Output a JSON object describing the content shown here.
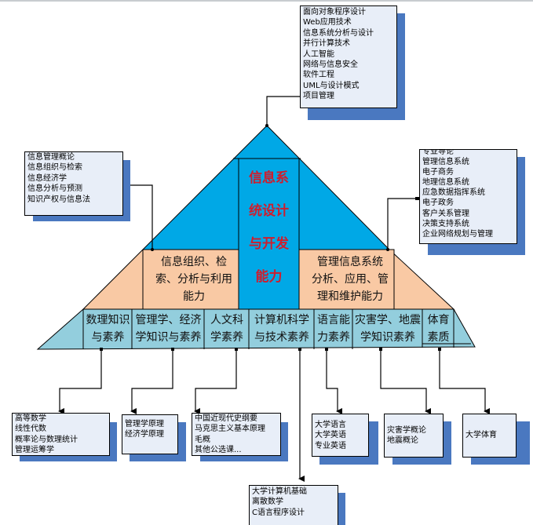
{
  "title": "信息系统设计与开发能力",
  "colors": {
    "apex": "#00a8e6",
    "middle": "#f9c9a4",
    "base": "#93cedd",
    "core_text": "#d01c2c",
    "box_fill": "#e8eef8",
    "box_shadow": "#4a78c0"
  },
  "core": {
    "lines": [
      "信息系",
      "统设计",
      "与开发",
      "能力"
    ]
  },
  "middle_tier": [
    {
      "id": "info-org",
      "lines": [
        "信息组织、检",
        "索、分析与利用",
        "能力"
      ]
    },
    {
      "id": "mis",
      "lines": [
        "管理信息系统",
        "分析、应用、管",
        "理和维护能力"
      ]
    }
  ],
  "base_tier": [
    {
      "id": "math",
      "lines": [
        "数理知识",
        "与素养"
      ]
    },
    {
      "id": "mgmt-econ",
      "lines": [
        "管理学、经济",
        "学知识与素养"
      ]
    },
    {
      "id": "humanities",
      "lines": [
        "人文科",
        "学素养"
      ]
    },
    {
      "id": "cs",
      "lines": [
        "计算机科学",
        "与技术素养"
      ]
    },
    {
      "id": "language",
      "lines": [
        "语言能",
        "力素养"
      ]
    },
    {
      "id": "disaster",
      "lines": [
        "灾害学、地震",
        "学知识素养"
      ]
    },
    {
      "id": "pe",
      "lines": [
        "体育",
        "素质"
      ]
    }
  ],
  "course_boxes": {
    "top": [
      "面向对象程序设计",
      "Web应用技术",
      "信息系统分析与设计",
      "并行计算技术",
      "人工智能",
      "网络与信息安全",
      "软件工程",
      "UML与设计模式",
      "项目管理"
    ],
    "left": [
      "信息管理概论",
      "信息组织与检索",
      "信息经济学",
      "信息分析与预测",
      "知识产权与信息法"
    ],
    "right": [
      "专业导论",
      "管理信息系统",
      "电子商务",
      "地理信息系统",
      "应急数据指挥系统",
      "电子政务",
      "客户关系管理",
      "决策支持系统",
      "企业网络规划与管理"
    ],
    "math": [
      "高等数学",
      "线性代数",
      "概率论与数理统计",
      "管理运筹学"
    ],
    "mgmt-econ": [
      "管理学原理",
      "经济学原理"
    ],
    "humanities": [
      "中国近现代史纲要",
      "马克思主义基本原理",
      "毛概",
      "其他公选课..."
    ],
    "cs": [
      "大学计算机基础",
      "离散数学",
      "C语言程序设计"
    ],
    "language": [
      "大学语言",
      "大学英语",
      "专业英语"
    ],
    "disaster": [
      "灾害学概论",
      "地震概论"
    ],
    "pe": [
      "大学体育"
    ]
  }
}
